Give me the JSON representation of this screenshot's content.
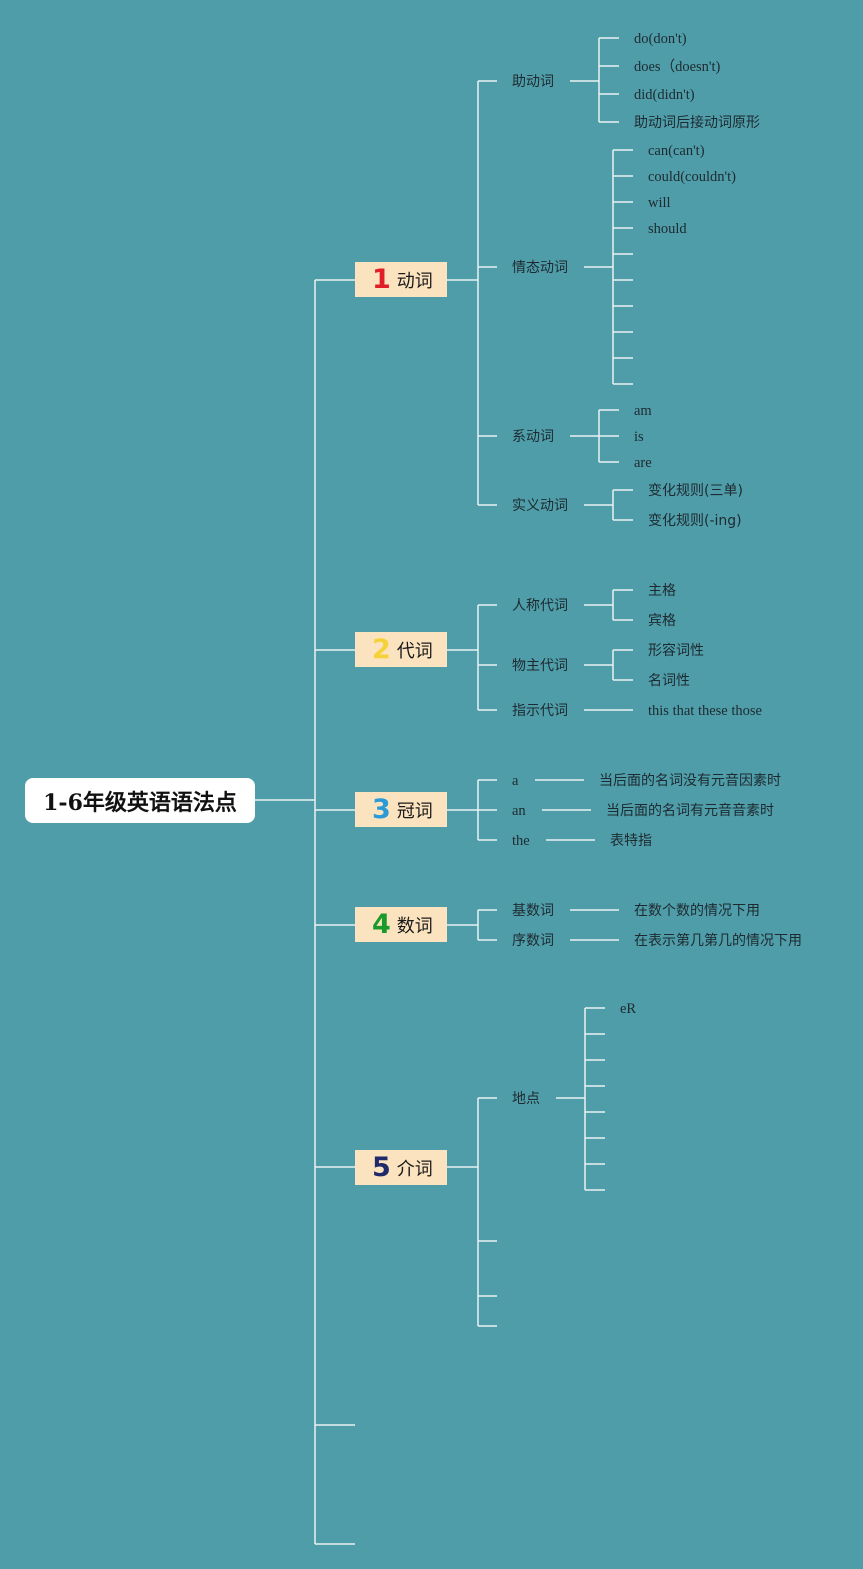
{
  "root": {
    "title": "1-6年级英语语法点"
  },
  "categories": [
    {
      "num": "1",
      "label": "动词",
      "color": "#e11d27"
    },
    {
      "num": "2",
      "label": "代词",
      "color": "#f6d23a"
    },
    {
      "num": "3",
      "label": "冠词",
      "color": "#2a9bd7"
    },
    {
      "num": "4",
      "label": "数词",
      "color": "#1a9a2a"
    },
    {
      "num": "5",
      "label": "介词",
      "color": "#1f2a6b"
    }
  ],
  "verb": {
    "aux": {
      "label": "助动词",
      "items": [
        "do(don't)",
        "does（doesn't)",
        "did(didn't)",
        "助动词后接动词原形"
      ]
    },
    "modal": {
      "label": "情态动词",
      "items": [
        "can(can't)",
        "could(couldn't)",
        "will",
        "should"
      ]
    },
    "link": {
      "label": "系动词",
      "items": [
        "am",
        "is",
        "are"
      ]
    },
    "notional": {
      "label": "实义动词",
      "items": [
        "变化规则(三单)",
        "变化规则(-ing)"
      ]
    }
  },
  "pronoun": {
    "personal": {
      "label": "人称代词",
      "items": [
        "主格",
        "宾格"
      ]
    },
    "possessive": {
      "label": "物主代词",
      "items": [
        "形容词性",
        "名词性"
      ]
    },
    "demonstrative": {
      "label": "指示代词",
      "desc": "this that these those"
    }
  },
  "article": {
    "a": {
      "label": "a",
      "desc": "当后面的名词没有元音因素时"
    },
    "an": {
      "label": "an",
      "desc": "当后面的名词有元音音素时"
    },
    "the": {
      "label": "the",
      "desc": "表特指"
    }
  },
  "numeral": {
    "cardinal": {
      "label": "基数词",
      "desc": "在数个数的情况下用"
    },
    "ordinal": {
      "label": "序数词",
      "desc": "在表示第几第几的情况下用"
    }
  },
  "preposition": {
    "place": {
      "label": "地点",
      "items": [
        "eR"
      ]
    }
  },
  "colors": {
    "background": "#4f9da9",
    "line": "#e9f2f3",
    "category_fill": "#fbe3bf"
  }
}
